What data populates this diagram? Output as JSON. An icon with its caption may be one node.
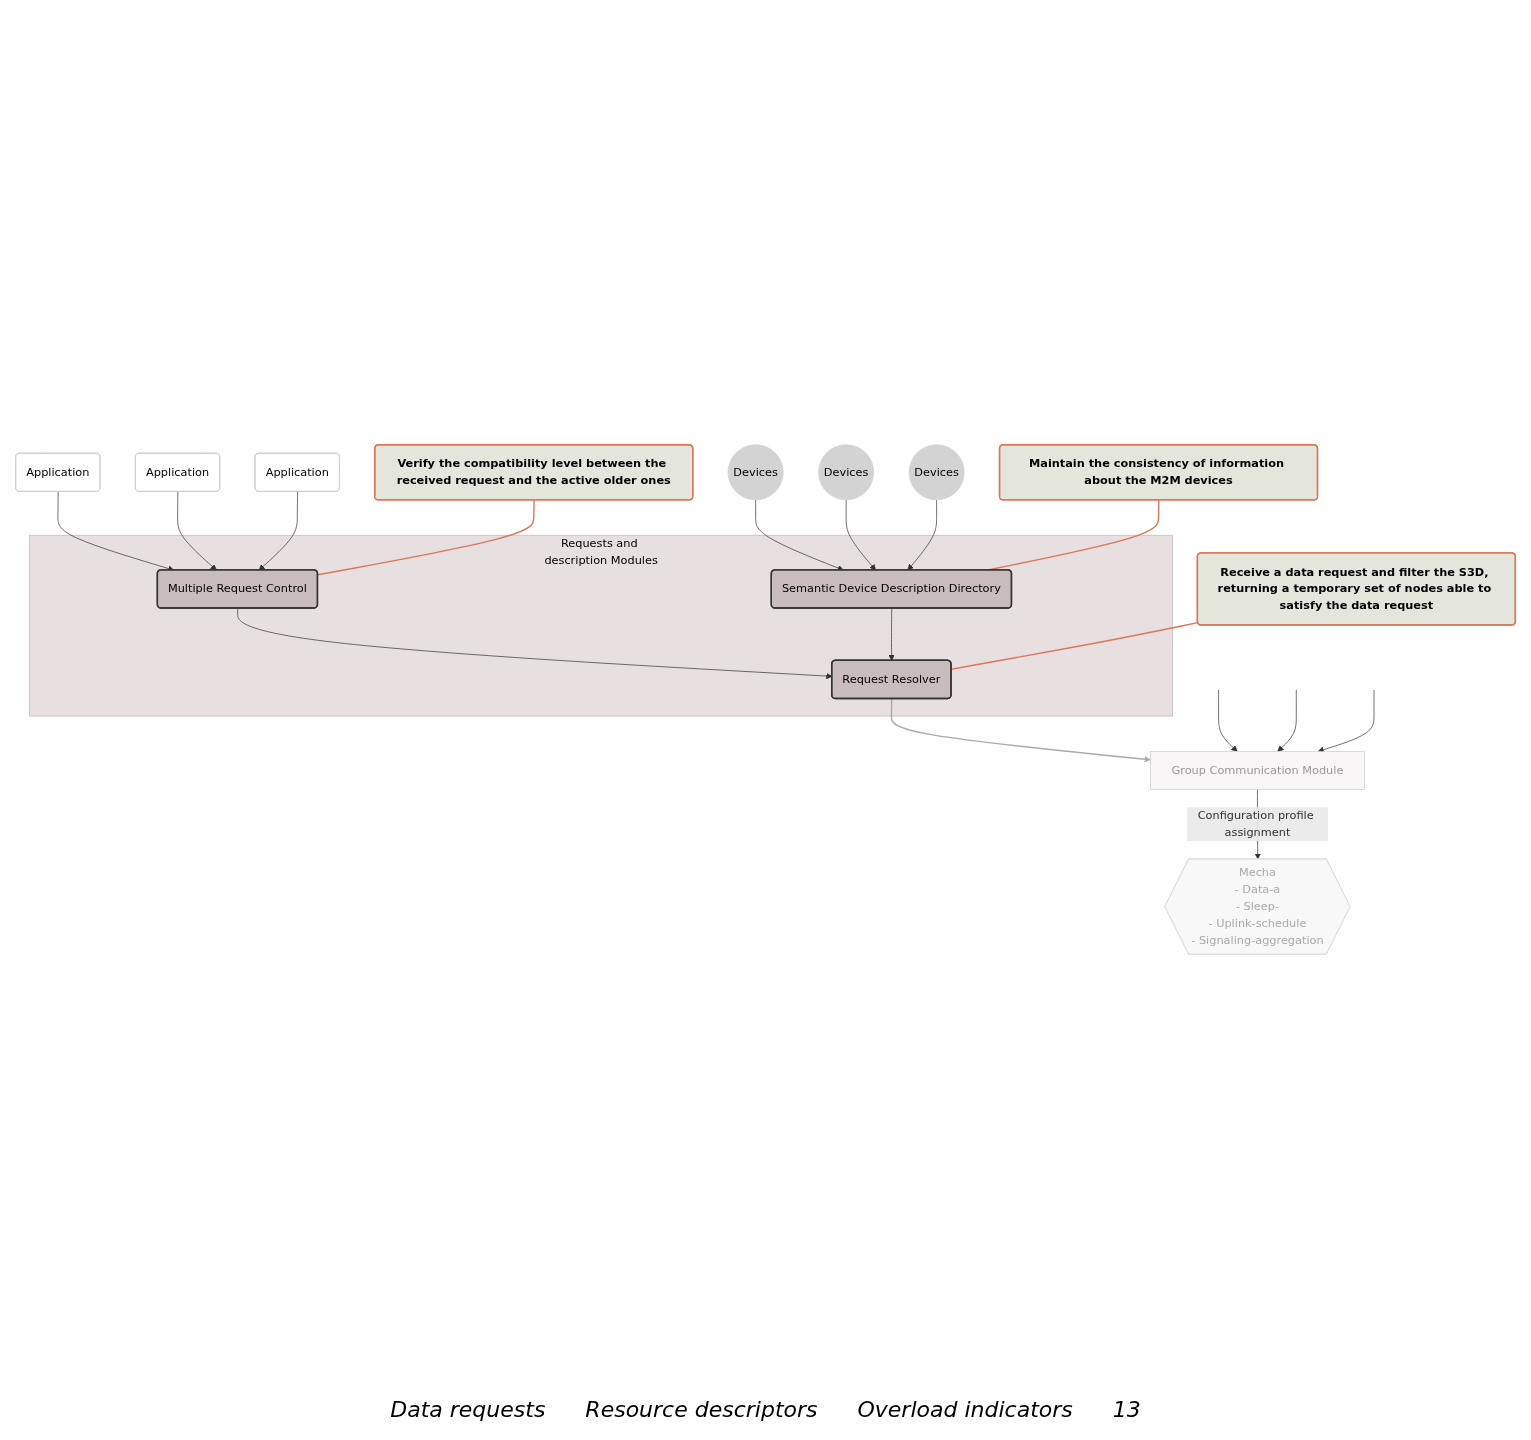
{
  "diagram": {
    "nodes": [
      {
        "text": [
          "Application"
        ]
      },
      {
        "text": [
          "Application"
        ]
      },
      {
        "text": [
          "Application"
        ]
      },
      {
        "text": [
          "Requests and description Modules"
        ]
      },
      {
        "text": [
          "Multiple Request Control"
        ],
        "in": 3
      },
      {
        "text": [
          "Request Resolver"
        ],
        "in": 3
      },
      {
        "text": [
          "Semantic Device Description Directory"
        ],
        "in": 3
      },
      {
        "text": [
          "Group Communication Module"
        ]
      },
      {
        "text": [
          "Mecha",
          "- Data-a",
          "- Sleep-",
          "- Uplink-schedule",
          "- Signaling-aggregation"
        ]
      },
      {
        "text": [
          "Devices"
        ]
      },
      {
        "text": [
          "Devices"
        ]
      },
      {
        "text": [
          "Devices"
        ]
      },
      {
        "text": [
          "Verify the compatibility level between the received request and the active older ones"
        ]
      },
      {
        "text": [
          "Receive a data request and filter the S3D, returning a temporary set of nodes able to satisfy the data request"
        ]
      },
      {
        "text": [
          "Maintain the consistency of information about the M2M devices"
        ]
      }
    ],
    "edges": [
      {
        "from": 0,
        "to": 4,
        "arrow": "to"
      },
      {
        "from": 1,
        "to": 4,
        "arrow": "to"
      },
      {
        "from": 2,
        "to": 4,
        "arrow": "to"
      },
      {
        "from": 4,
        "to": 5,
        "arrow": "to"
      },
      {
        "from": 6,
        "to": 5,
        "arrow": "to"
      },
      {
        "from": 9,
        "to": 6,
        "arrow": "to"
      },
      {
        "from": 11,
        "to": 6,
        "arrow": "to"
      },
      {
        "from": 10,
        "to": 6,
        "arrow": "to"
      },
      {
        "from": 5,
        "to": 7,
        "arrow": "to",
        "color": "#aaaaaa"
      },
      {
        "from": null,
        "to": 7,
        "arrow": "to"
      },
      {
        "from": null,
        "to": 7,
        "arrow": "to"
      },
      {
        "from": null,
        "to": 7,
        "arrow": "to"
      },
      {
        "from": 7,
        "to": 8,
        "arrow": "to",
        "label": "Configuration profile assignment"
      },
      {
        "from": 12,
        "to": 4,
        "arrow": "none",
        "color": "#d9785a"
      },
      {
        "from": 13,
        "to": 5,
        "arrow": "none",
        "color": "#d9785a"
      },
      {
        "from": 14,
        "to": 6,
        "arrow": "none",
        "color": "#d9785a"
      }
    ],
    "labels": [
      "Data requests",
      "Resource descriptors",
      "Overload indicators",
      "13"
    ]
  }
}
